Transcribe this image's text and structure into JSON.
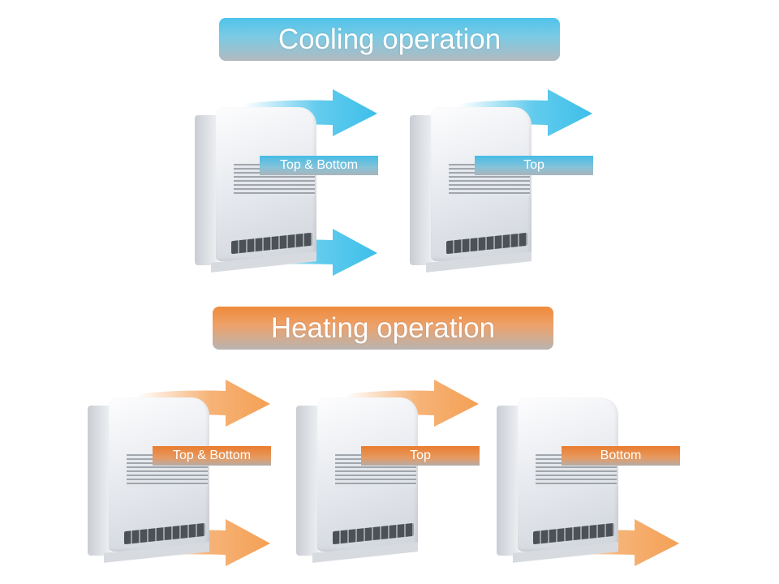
{
  "cooling": {
    "title": "Cooling operation",
    "color": "#4fc3ea",
    "units": [
      {
        "label": "Top & Bottom",
        "top_flow": true,
        "bottom_flow": true
      },
      {
        "label": "Top",
        "top_flow": true,
        "bottom_flow": false
      }
    ]
  },
  "heating": {
    "title": "Heating operation",
    "color": "#ef8a3a",
    "units": [
      {
        "label": "Top & Bottom",
        "top_flow": true,
        "bottom_flow": true
      },
      {
        "label": "Top",
        "top_flow": true,
        "bottom_flow": false
      },
      {
        "label": "Bottom",
        "top_flow": false,
        "bottom_flow": true
      }
    ]
  }
}
